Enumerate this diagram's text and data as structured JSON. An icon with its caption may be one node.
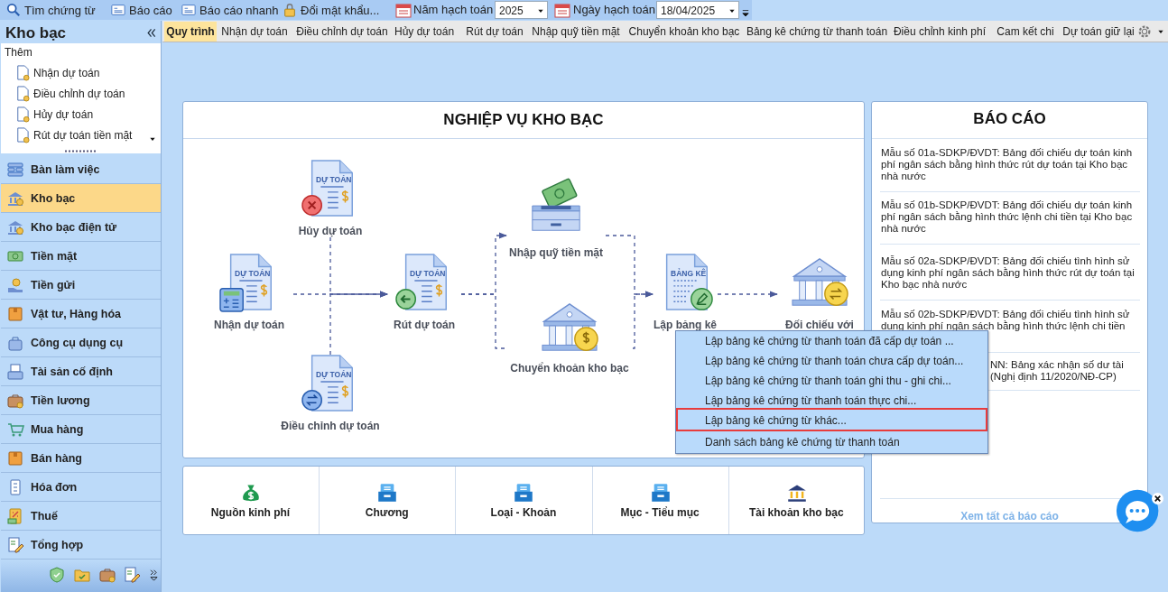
{
  "diagram": {
    "nodes": [
      {
        "text": [
          "NGHIỆP VỤ KHO BẠC"
        ]
      },
      {
        "text": [
          "DỰ TOÁN",
          "Hủy dự toán"
        ],
        "in": 0
      },
      {
        "text": [
          "DỰ TOÁN",
          "Nhận dự toán"
        ],
        "in": 0
      },
      {
        "text": [
          "DỰ TOÁN",
          "Rút dự toán"
        ],
        "in": 0
      },
      {
        "text": [
          "DỰ TOÁN",
          "Điều chỉnh dự toán"
        ],
        "in": 0
      },
      {
        "text": [
          "Nhập quỹ tiền mặt"
        ],
        "in": 0
      },
      {
        "text": [
          "Chuyển khoản kho bạc"
        ],
        "in": 0
      },
      {
        "text": [
          "BẢNG KÊ",
          "Lập bảng kê"
        ],
        "in": 0
      },
      {
        "text": [
          "Đối chiếu với"
        ],
        "in": 0
      }
    ],
    "edges": [
      {
        "from": 2,
        "to": 3,
        "arrow": "to",
        "style": "dashed"
      },
      {
        "from": 1,
        "to": 3,
        "arrow": "to",
        "style": "dashed"
      },
      {
        "from": 4,
        "to": 3,
        "arrow": "to",
        "style": "dashed"
      },
      {
        "from": 3,
        "to": 5,
        "arrow": "to",
        "style": "dashed"
      },
      {
        "from": 3,
        "to": 6,
        "arrow": "none",
        "style": "dashed"
      },
      {
        "from": 5,
        "to": 7,
        "arrow": "to",
        "style": "dashed"
      },
      {
        "from": 6,
        "to": 7,
        "arrow": "to",
        "style": "dashed"
      },
      {
        "from": 7,
        "to": 8,
        "arrow": "to",
        "style": "dashed"
      }
    ],
    "labels": [
      "Tìm chứng từ",
      "Báo cáo",
      "Báo cáo nhanh",
      "Đổi mật khẩu...",
      "Năm hạch toán",
      "2025",
      "Ngày hạch toán",
      "18/04/2025",
      "Kho bạc",
      "Thêm",
      "Nhận dự toán",
      "Điều chỉnh dự toán",
      "Hủy dự toán",
      "Rút dự toán tiền mặt",
      "Bàn làm việc",
      "Kho bạc",
      "Kho bạc điện tử",
      "Tiền mặt",
      "Tiền gửi",
      "Vật tư, Hàng hóa",
      "Công cụ dụng cụ",
      "Tài sản cố định",
      "Tiền lương",
      "Mua hàng",
      "Bán hàng",
      "Hóa đơn",
      "Thuế",
      "Tổng hợp",
      "Quy trình",
      "Nhận dự toán",
      "Điều chỉnh dự toán",
      "Hủy dự toán",
      "Rút dự toán",
      "Nhập quỹ tiền mặt",
      "Chuyển khoản kho bạc",
      "Bảng kê chứng từ thanh toán",
      "Điều chỉnh kinh phí",
      "Cam kết chi",
      "Dự toán giữ lại",
      "BÁO CÁO",
      "Mẫu số 01a-SDKP/ĐVDT: Bảng đối chiếu dự toán kinh phí ngân sách bằng hình thức rút dự toán tại Kho bạc nhà nước",
      "Mẫu số 01b-SDKP/ĐVDT: Bảng đối chiếu dự toán kinh phí ngân sách bằng hình thức lệnh chi tiền tại Kho bạc nhà nước",
      "Mẫu số 02a-SDKP/ĐVDT: Bảng đối chiếu tình hình sử dụng kinh phí ngân sách bằng hình thức rút dự toán tại Kho bạc nhà nước",
      "Mẫu số 02b-SDKP/ĐVDT: Bảng đối chiếu tình hình sử dụng kinh phí ngân sách bằng hình thức lệnh chi tiền tại",
      "NN: Bảng xác nhận số dư tài (Nghị định 11/2020/NĐ-CP)",
      "Xem tất cả báo cáo",
      "Lập bảng kê chứng từ thanh toán đã cấp dự toán ...",
      "Lập bảng kê chứng từ thanh toán chưa cấp dự toán...",
      "Lập bảng kê chứng từ thanh toán ghi thu - ghi chi...",
      "Lập bảng kê chứng từ thanh toán thực chi...",
      "Lập bảng kê chứng từ khác...",
      "Danh sách bảng kê chứng từ thanh toán",
      "Nguồn kinh phí",
      "Chương",
      "Loại - Khoản",
      "Mục - Tiểu mục",
      "Tài khoản kho bạc"
    ]
  }
}
